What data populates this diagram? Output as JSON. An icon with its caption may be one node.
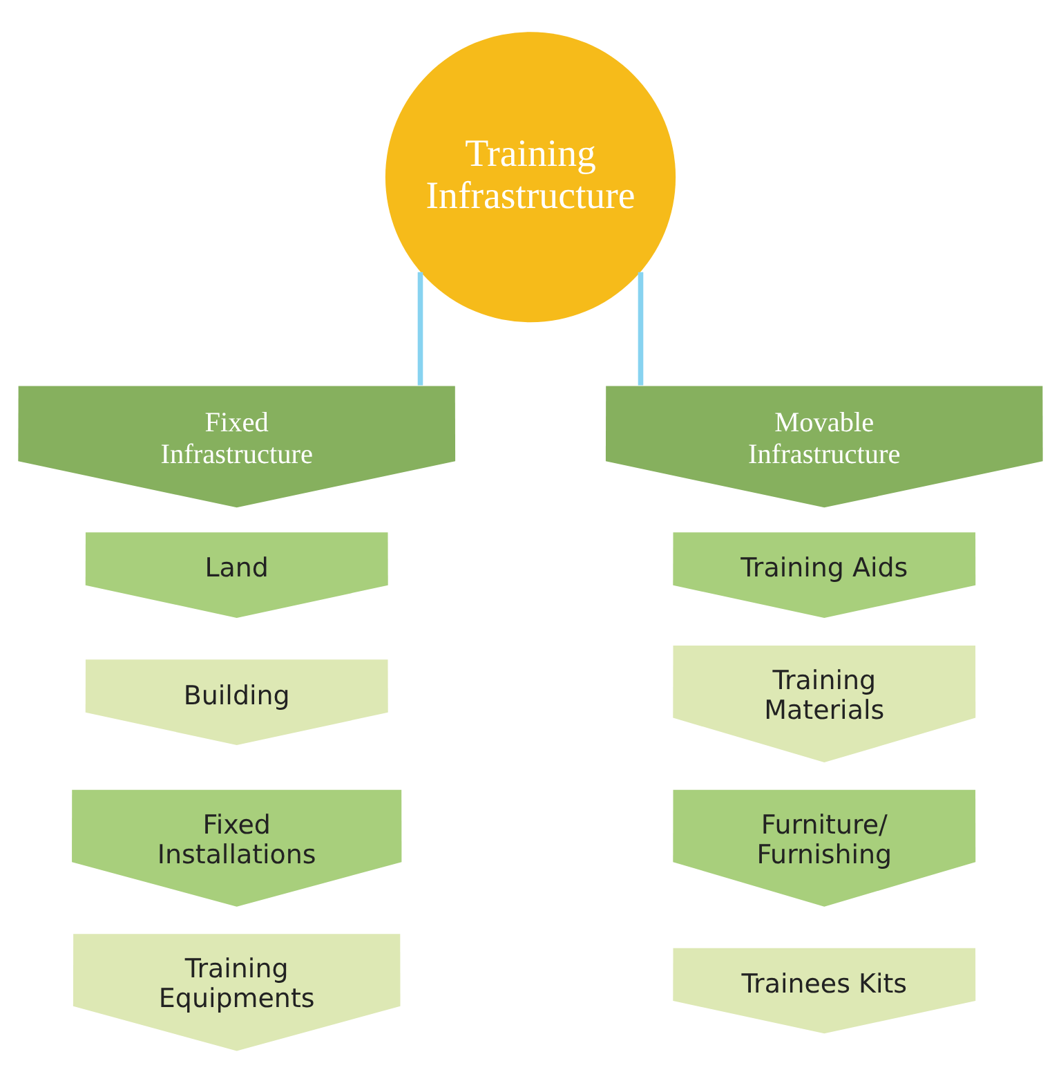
{
  "diagram": {
    "nodes": [
      {
        "text": [
          "Training Infrastructure"
        ]
      },
      {
        "text": [
          "Fixed Infrastructure"
        ]
      },
      {
        "text": [
          "Land"
        ]
      },
      {
        "text": [
          "Building"
        ]
      },
      {
        "text": [
          "Fixed Installations"
        ]
      },
      {
        "text": [
          "Training Equipments"
        ]
      },
      {
        "text": [
          "Movable Infrastructure"
        ]
      },
      {
        "text": [
          "Training Aids"
        ]
      },
      {
        "text": [
          "Training Materials"
        ]
      },
      {
        "text": [
          "Furniture/ Furnishing"
        ]
      },
      {
        "text": [
          "Trainees Kits"
        ]
      }
    ],
    "edges": [
      {
        "from": 0,
        "to": 1,
        "arrow": "none"
      },
      {
        "from": 0,
        "to": 6,
        "arrow": "none"
      }
    ]
  }
}
